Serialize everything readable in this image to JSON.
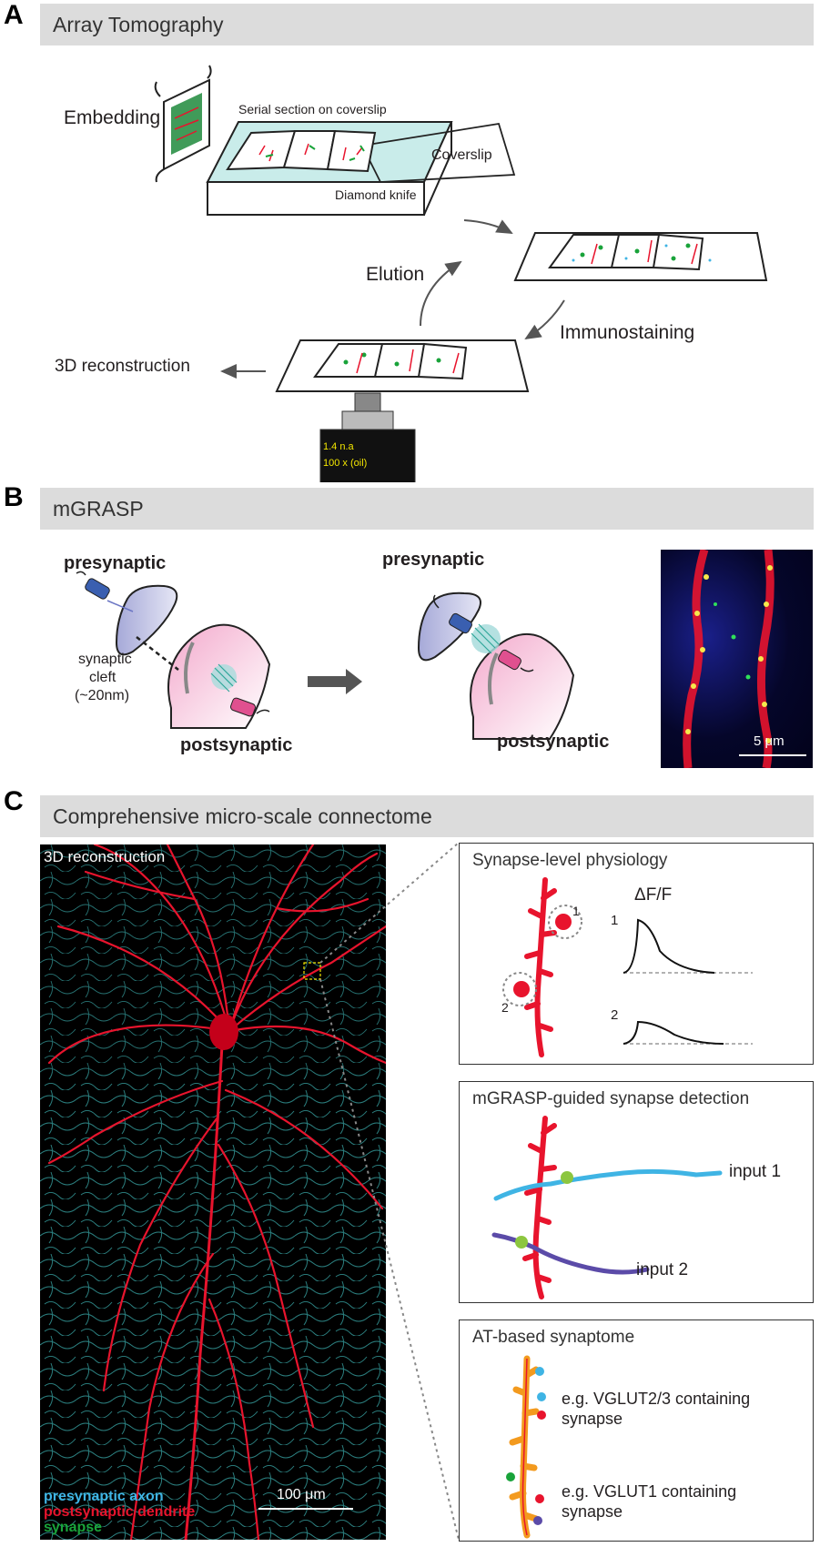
{
  "panelA": {
    "letter": "A",
    "title": "Array Tomography",
    "labels": {
      "embedding": "Embedding",
      "serial_section": "Serial section on coverslip",
      "coverslip": "Coverslip",
      "diamond_knife": "Diamond knife",
      "elution": "Elution",
      "immunostaining": "Immunostaining",
      "reconstruction": "3D reconstruction",
      "objective_na": "1.4 n.a",
      "objective_mag": "100 x (oil)"
    }
  },
  "panelB": {
    "letter": "B",
    "title": "mGRASP",
    "labels": {
      "presynaptic_left": "presynaptic",
      "cleft_line1": "synaptic",
      "cleft_line2": "cleft",
      "cleft_line3": "(~20nm)",
      "postsynaptic_left": "postsynaptic",
      "presynaptic_right": "presynaptic",
      "postsynaptic_right": "postsynaptic",
      "scale": "5 μm"
    }
  },
  "panelC": {
    "letter": "C",
    "title": "Comprehensive micro-scale connectome",
    "image_title": "3D reconstruction",
    "legend": {
      "axon": "presynaptic axon",
      "dendrite": "postsynaptic dendrite",
      "synapse": "synapse"
    },
    "scale": "100 μm",
    "box1": {
      "title": "Synapse-level physiology",
      "ylabel": "ΔF/F",
      "trace1": "1",
      "trace2": "2",
      "spine1": "1",
      "spine2": "2"
    },
    "box2": {
      "title": "mGRASP-guided synapse detection",
      "input1": "input 1",
      "input2": "input 2"
    },
    "box3": {
      "title": "AT-based synaptome",
      "syn1_line1": "e.g. VGLUT2/3 containing",
      "syn1_line2": "synapse",
      "syn2_line1": "e.g. VGLUT1 containing",
      "syn2_line2": "synapse"
    }
  },
  "colors": {
    "axon": "#3fb4e4",
    "dendrite": "#e8142d",
    "synapse": "#19a33a",
    "bar": "#dcdcdc",
    "glass": "#c9ecea",
    "objective_text": "#f3e600"
  }
}
